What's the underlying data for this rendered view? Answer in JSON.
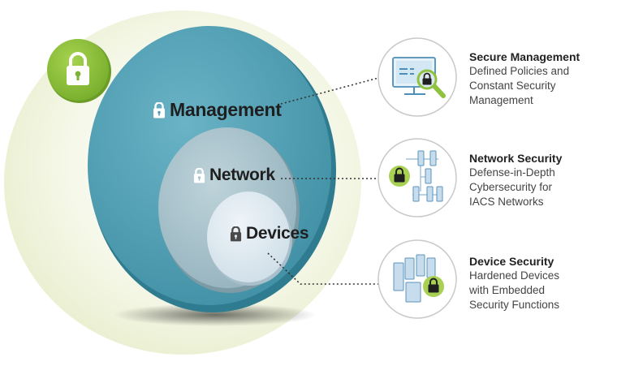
{
  "rings": {
    "management": {
      "label": "Management",
      "icon": "lock-icon"
    },
    "network": {
      "label": "Network",
      "icon": "lock-icon"
    },
    "devices": {
      "label": "Devices",
      "icon": "lock-icon"
    }
  },
  "badge": {
    "icon": "lock-icon"
  },
  "panels": [
    {
      "title": "Secure Management",
      "lines": [
        "Defined Policies and",
        "Constant Security",
        "Management"
      ],
      "icon": "monitor-magnifier-icon"
    },
    {
      "title": "Network Security",
      "lines": [
        "Defense-in-Depth",
        "Cybersecurity for",
        "IACS Networks"
      ],
      "icon": "network-racks-icon"
    },
    {
      "title": "Device Security",
      "lines": [
        "Hardened Devices",
        "with Embedded",
        "Security Functions"
      ],
      "icon": "devices-icon"
    }
  ],
  "colors": {
    "management": "#4f9fb3",
    "network": "#a9c3cc",
    "devices": "#dde8ef",
    "accent_green": "#8fc33f",
    "halo": "#f2f5e1"
  }
}
